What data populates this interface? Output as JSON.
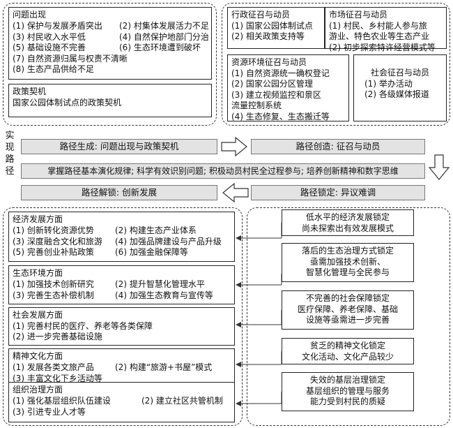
{
  "problem": {
    "title": "问题出现",
    "items": [
      "(1) 保护与发展矛盾突出",
      "(2) 村集体发展活力不足",
      "(3) 村民收入水平低",
      "(4) 自然保护地部门分治",
      "(5) 基础设施不完善",
      "(6) 生态环境遭到破坏",
      "(7) 自然资源归属与权责不清晰",
      "(8) 生态产品供给不足"
    ]
  },
  "policy": {
    "title": "政策契机",
    "text": "国家公园体制试点的政策契机"
  },
  "admin": {
    "title": "行政征召与动员",
    "items": [
      "(1) 国家公园体制试点",
      "(2) 相关政策支持等"
    ]
  },
  "market": {
    "title": "市场征召与动员",
    "items": [
      "(1) 村民、乡村能人参与旅",
      "游业、特色农业等生态产业",
      "(2) 初步探索特许经营模式等"
    ]
  },
  "resource": {
    "title": "资源环境征召与动员",
    "items": [
      "(1) 自然资源统一确权登记",
      "(2) 国家公园分区管理",
      "(3) 建立视频监控和景区",
      "流量控制系统",
      "(4) 生态修复、生态搬迁等"
    ]
  },
  "social_mob": {
    "title": "社会征召与动员",
    "items": [
      "(1) 举办活动",
      "(2) 各级媒体报道"
    ]
  },
  "side_label": [
    "实",
    "现",
    "路",
    "径"
  ],
  "bars": {
    "generate": "路径生成: 问题出现与政策契机",
    "create": "路径创造: 征召与动员",
    "principles": "掌握路径基本演化规律; 科学有效识别问题; 积极动员村民全过程参与; 培养创新精神和数字思维",
    "unlock": "路径解锁: 创新发展",
    "lock": "路径锁定: 异议难调"
  },
  "solutions": [
    {
      "title": "经济发展方面",
      "items": [
        "(1) 创新转化资源优势",
        "(2) 构建生态产业体系",
        "(3) 深度融合文化和旅游",
        "(4) 加强品牌建设与产品升级",
        "(5) 完善创业补贴政策",
        "(6) 加强金融保障等"
      ]
    },
    {
      "title": "生态环境方面",
      "items": [
        "(1) 加强技术创新研究",
        "(2) 提升智慧化管理水平",
        "(3) 完善生态补偿机制",
        "(4) 加强生态教育与宣传等"
      ]
    },
    {
      "title": "社会发展方面",
      "items": [
        "(1) 完善村民的医疗、养老等各类保障",
        "(2) 进一步完善基础设施"
      ]
    },
    {
      "title": "精神文化方面",
      "items": [
        "(1) 发展各类文旅产品",
        "(2) 构建“旅游+书屋”模式",
        "(3) 丰富文化下乡活动等"
      ]
    },
    {
      "title": "组织治理方面",
      "items": [
        "(1) 强化基层组织队伍建设",
        "(2) 建立社区共管机制",
        "(3) 引进专业人才等"
      ]
    }
  ],
  "locks": [
    [
      "低水平的经济发展锁定",
      "尚未探索出有效发展模式"
    ],
    [
      "落后的生态治理方式锁定",
      "亟需加强技术创新、",
      "智慧化管理与全民参与"
    ],
    [
      "不完善的社会保障锁定",
      "医疗保障、养老保障、基础",
      "设施等亟需进一步完善"
    ],
    [
      "贫乏的精神文化锁定",
      "文化活动、文化产品较少"
    ],
    [
      "失效的基层治理锁定",
      "基层组织的管理与服务",
      "能力受到村民的质疑"
    ]
  ]
}
